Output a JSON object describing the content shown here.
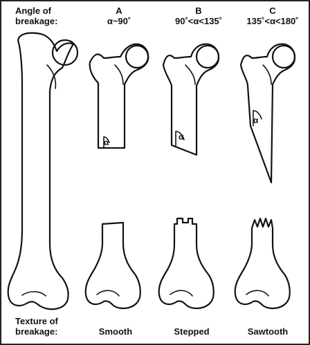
{
  "header": {
    "angle_label_line1": "Angle of",
    "angle_label_line2": "breakage:"
  },
  "columns": [
    {
      "letter": "A",
      "angle": "α~90˚",
      "alpha": "α",
      "texture": "Smooth"
    },
    {
      "letter": "B",
      "angle": "90˚<α<135˚",
      "alpha": "α",
      "texture": "Stepped"
    },
    {
      "letter": "C",
      "angle": "135˚<α<180˚",
      "alpha": "α",
      "texture": "Sawtooth"
    }
  ],
  "footer": {
    "texture_label_line1": "Texture of",
    "texture_label_line2": "breakage:"
  },
  "colors": {
    "line": "#111111",
    "background": "#ffffff",
    "border": "#222222"
  }
}
